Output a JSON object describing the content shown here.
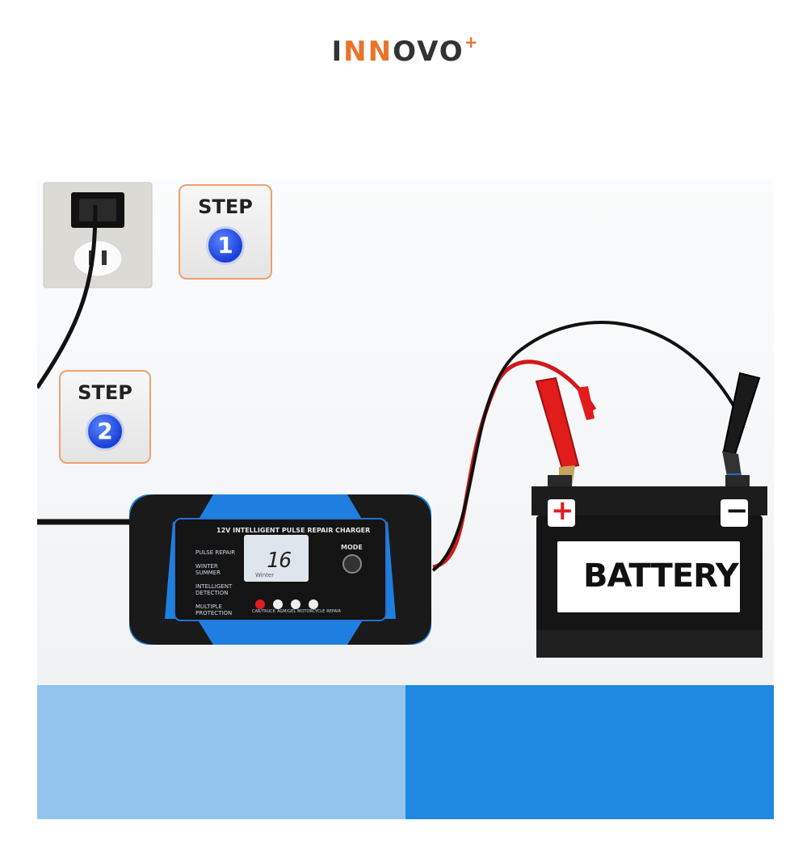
{
  "brand": {
    "part1": "I",
    "part2": "NN",
    "part3": "OVO",
    "plus": "+"
  },
  "steps": [
    {
      "label": "STEP",
      "number": "1"
    },
    {
      "label": "STEP",
      "number": "2"
    }
  ],
  "charger": {
    "title": "12V INTELLIGENT PULSE REPAIR CHARGER",
    "display_value": "16",
    "display_mode": "Winter",
    "mode_label": "MODE",
    "features": [
      "PULSE REPAIR",
      "WINTER SUMMER",
      "INTELLIGENT DETECTION",
      "MULTIPLE PROTECTION"
    ],
    "indicators": [
      "CAR/TRUCK",
      "AGM/GEL",
      "MOTORCYCLE",
      "REPAIR"
    ]
  },
  "battery": {
    "label": "BATTERY",
    "positive": "+",
    "negative": "−"
  },
  "colors": {
    "accent": "#e8742a",
    "charger_blue": "#1e7fe0",
    "floor_light": "#93c4ee",
    "floor_dark": "#1f88e0"
  }
}
